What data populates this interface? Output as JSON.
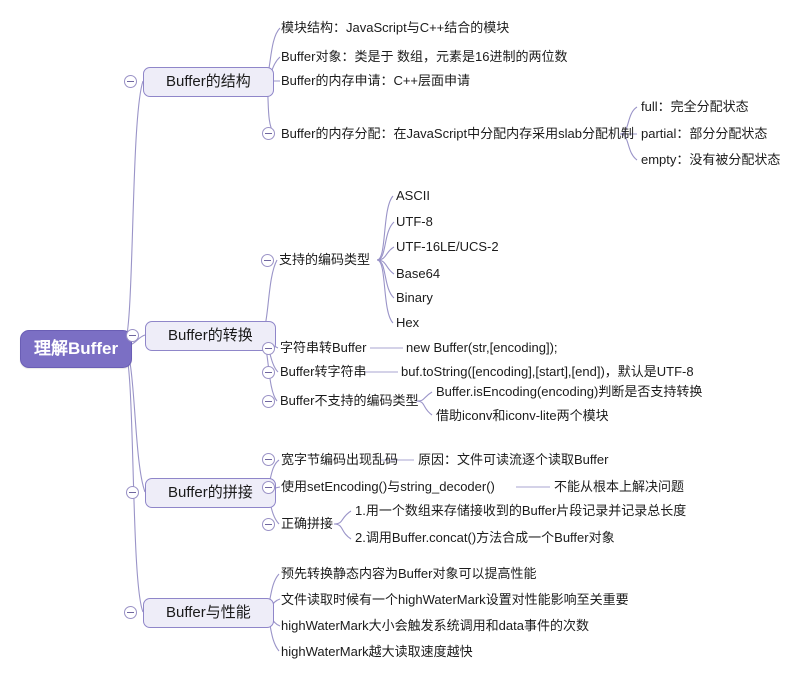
{
  "document": {
    "type": "mind-map",
    "title": "理解Buffer",
    "background_color": "#ffffff",
    "root_color": "#7b6fc4",
    "branch_fill": "#eeedf8",
    "branch_border": "#8f86c9",
    "edge_color": "#9a94c8",
    "text_color": "#1b1b1b"
  },
  "root": {
    "label": "理解Buffer"
  },
  "branches": [
    {
      "label": "Buffer的结构",
      "children": [
        {
          "label": "模块结构：JavaScript与C++结合的模块"
        },
        {
          "label": "Buffer对象：类是于 数组，元素是16进制的两位数"
        },
        {
          "label": "Buffer的内存申请：C++层面申请"
        },
        {
          "label": "Buffer的内存分配：在JavaScript中分配内存采用slab分配机制",
          "children": [
            {
              "label": "full：完全分配状态"
            },
            {
              "label": "partial：部分分配状态"
            },
            {
              "label": "empty：没有被分配状态"
            }
          ]
        }
      ]
    },
    {
      "label": "Buffer的转换",
      "children": [
        {
          "label": "支持的编码类型",
          "children": [
            {
              "label": "ASCII"
            },
            {
              "label": "UTF-8"
            },
            {
              "label": "UTF-16LE/UCS-2"
            },
            {
              "label": "Base64"
            },
            {
              "label": "Binary"
            },
            {
              "label": "Hex"
            }
          ]
        },
        {
          "label": "字符串转Buffer",
          "note": "new Buffer(str,[encoding]);"
        },
        {
          "label": "Buffer转字符串",
          "note": "buf.toString([encoding],[start],[end])，默认是UTF-8"
        },
        {
          "label": "Buffer不支持的编码类型",
          "children": [
            {
              "label": "Buffer.isEncoding(encoding)判断是否支持转换"
            },
            {
              "label": "借助iconv和iconv-lite两个模块"
            }
          ]
        }
      ]
    },
    {
      "label": "Buffer的拼接",
      "children": [
        {
          "label": "宽字节编码出现乱码",
          "note": "原因：文件可读流逐个读取Buffer"
        },
        {
          "label": "使用setEncoding()与string_decoder()",
          "note": "不能从根本上解决问题"
        },
        {
          "label": "正确拼接",
          "children": [
            {
              "label": "1.用一个数组来存储接收到的Buffer片段记录并记录总长度"
            },
            {
              "label": "2.调用Buffer.concat()方法合成一个Buffer对象"
            }
          ]
        }
      ]
    },
    {
      "label": "Buffer与性能",
      "children": [
        {
          "label": "预先转换静态内容为Buffer对象可以提高性能"
        },
        {
          "label": "文件读取时候有一个highWaterMark设置对性能影响至关重要"
        },
        {
          "label": "highWaterMark大小会触发系统调用和data事件的次数"
        },
        {
          "label": "highWaterMark越大读取速度越快"
        }
      ]
    }
  ]
}
